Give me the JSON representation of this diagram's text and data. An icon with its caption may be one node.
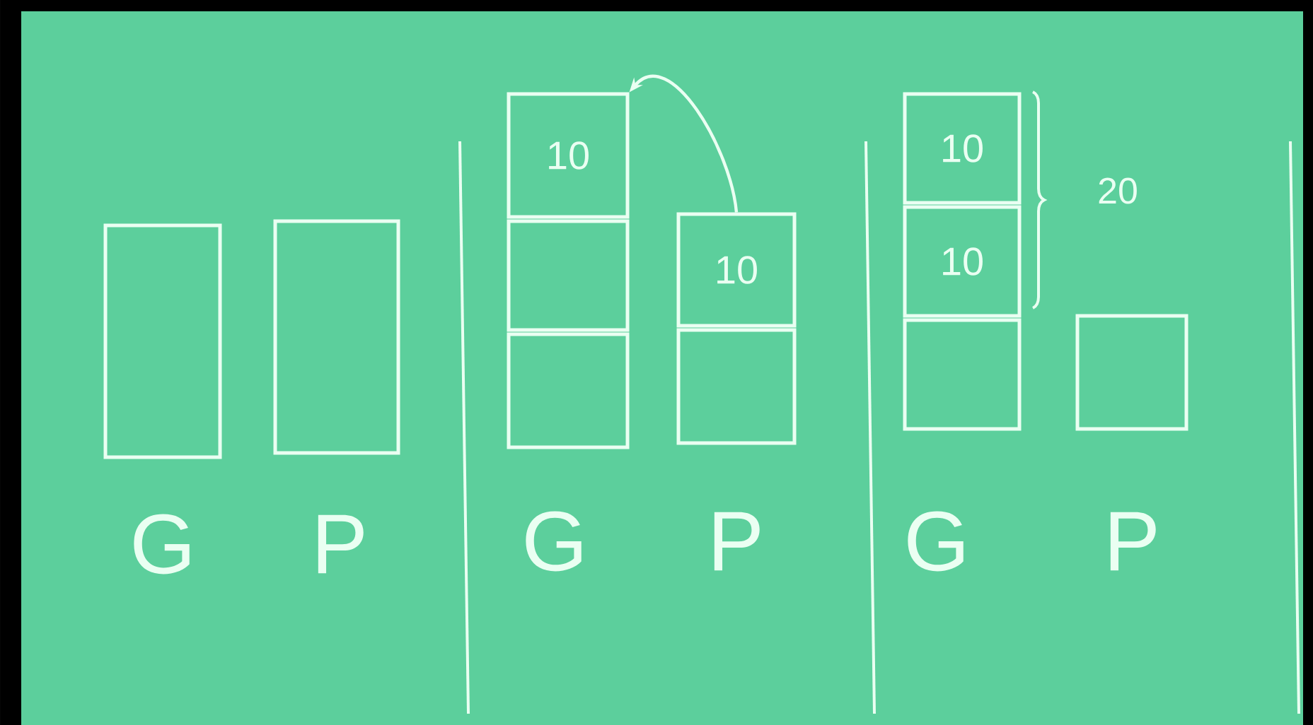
{
  "diagram": {
    "nodes": [
      {
        "text": [],
        "shape": "box"
      },
      {
        "text": [],
        "shape": "box"
      },
      {
        "text": [
          "10"
        ]
      },
      {
        "text": [],
        "shape": "box"
      },
      {
        "text": [],
        "shape": "box"
      },
      {
        "text": [
          "10"
        ]
      },
      {
        "text": [],
        "shape": "box"
      },
      {
        "text": [
          "10"
        ]
      },
      {
        "text": [
          "10"
        ]
      },
      {
        "text": [],
        "shape": "box"
      },
      {
        "text": [],
        "shape": "box"
      }
    ],
    "edges": [
      {
        "from": 5,
        "to": 2,
        "arrow": "to"
      }
    ],
    "labels": [
      "20",
      "G",
      "P",
      "G",
      "P",
      "G",
      "P"
    ]
  }
}
